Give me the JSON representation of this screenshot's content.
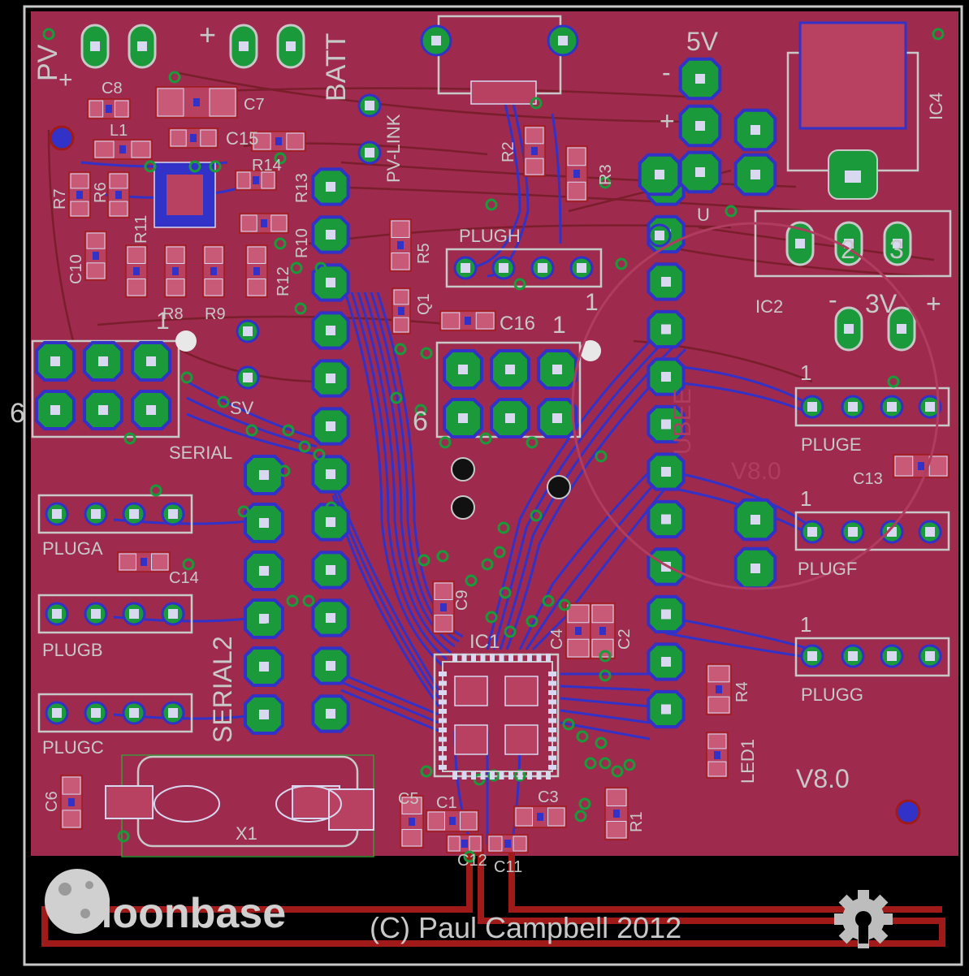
{
  "board": {
    "colors": {
      "background": "#000000",
      "copper_fill": "#9e2a4e",
      "top_trace": "#7a1e2c",
      "bottom_trace": "#3232c8",
      "pad": "#1a9a3a",
      "silk": "#c8c8c8",
      "outline": "#c8c8c8",
      "smd_pad": "#d8d8f0"
    },
    "logo": "Moonbase",
    "copyright": "(C) Paul Campbell 2012",
    "version": "V8.0"
  },
  "labels": {
    "pv": "PV",
    "batt": "BATT",
    "pv_link": "PV-LINK",
    "five_v": "5V",
    "three_v": "3V",
    "sv": "SV",
    "serial": "SERIAL",
    "serial2": "SERIAL2",
    "u": "U",
    "x1": "X1",
    "ic1": "IC1",
    "ic2": "IC2",
    "ic4": "IC4",
    "q1": "Q1",
    "led1": "LED1",
    "plugh": "PLUGH",
    "pluga": "PLUGA",
    "plugb": "PLUGB",
    "plugc": "PLUGC",
    "pluge": "PLUGE",
    "plugf": "PLUGF",
    "plugg": "PLUGG",
    "c1": "C1",
    "c2": "C2",
    "c3": "C3",
    "c4": "C4",
    "c5": "C5",
    "c6": "C6",
    "c7": "C7",
    "c8": "C8",
    "c9": "C9",
    "c10": "C10",
    "c11": "C11",
    "c12": "C12",
    "c13": "C13",
    "c14": "C14",
    "c15": "C15",
    "c16": "C16",
    "r1": "R1",
    "r2": "R2",
    "r3": "R3",
    "r4": "R4",
    "r5": "R5",
    "r6": "R6",
    "r7": "R7",
    "r8": "R8",
    "r9": "R9",
    "r10": "R10",
    "r11": "R11",
    "r12": "R12",
    "r13": "R13",
    "r14": "R14",
    "one": "1",
    "six": "6",
    "plus": "+",
    "minus": "-",
    "num2": "2",
    "num3": "3",
    "l1": "L1",
    "ubee": "UBEE",
    "v8_faint": "V8.0"
  }
}
